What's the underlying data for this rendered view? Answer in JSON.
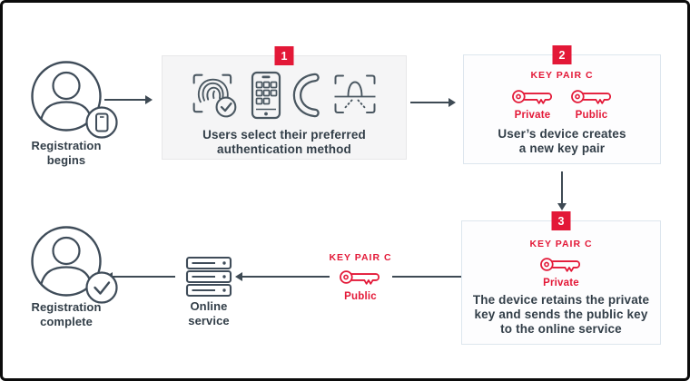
{
  "colors": {
    "accent_red": "#e31837",
    "text_navy": "#323e48",
    "icon_slate": "#3f4c59",
    "arrow": "#3e4a54",
    "box_gray_bg": "#f5f5f6",
    "box_border_blue": "#dde6ee",
    "frame_border": "#0b0b0b"
  },
  "nodes": {
    "start": {
      "label": "Registration\nbegins",
      "icon": "user-avatar-phone-icon"
    },
    "step1": {
      "badge": "1",
      "caption": "Users select their preferred\nauthentication method",
      "icons": [
        "fingerprint-icon",
        "keypad-phone-icon",
        "phone-handset-icon",
        "face-scan-icon"
      ]
    },
    "step2": {
      "badge": "2",
      "keypair_title": "KEY PAIR C",
      "private_label": "Private",
      "public_label": "Public",
      "caption": "User’s device creates\na new key pair",
      "icons": [
        "key-icon",
        "key-icon"
      ]
    },
    "step3": {
      "badge": "3",
      "keypair_title": "KEY PAIR C",
      "private_label": "Private",
      "caption": "The device retains the private\nkey and sends the public key\nto the online service",
      "icons": [
        "key-icon"
      ]
    },
    "transfer": {
      "keypair_title": "KEY PAIR C",
      "public_label": "Public",
      "icon": "key-icon"
    },
    "online_service": {
      "label": "Online\nservice",
      "icon": "server-icon"
    },
    "complete": {
      "label": "Registration\ncomplete",
      "icon": "user-avatar-check-icon"
    }
  }
}
